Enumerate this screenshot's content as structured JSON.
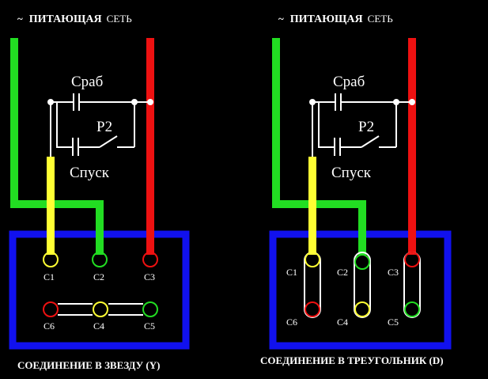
{
  "colors": {
    "phase_green": "#22dd22",
    "phase_red": "#ee1111",
    "phase_yellow": "#ffff33",
    "box_blue": "#1111ee",
    "wire_white": "#ffffff",
    "background": "#000000"
  },
  "star_diagram": {
    "header": {
      "prefix": "~",
      "main": "ПИТАЮЩАЯ",
      "suffix": "СЕТЬ"
    },
    "contact_labels": {
      "trip": "Сраб",
      "relay": "Р2",
      "start": "Спуск"
    },
    "terminals_top": [
      "С1",
      "С2",
      "С3"
    ],
    "terminals_bottom": [
      "С6",
      "С4",
      "С5"
    ],
    "caption": "СОЕДИНЕНИЕ В ЗВЕЗДУ (Y)"
  },
  "delta_diagram": {
    "header": {
      "prefix": "~",
      "main": "ПИТАЮЩАЯ",
      "suffix": "СЕТЬ"
    },
    "contact_labels": {
      "trip": "Сраб",
      "relay": "Р2",
      "start": "Спуск"
    },
    "terminals_top": [
      "С1",
      "С2",
      "С3"
    ],
    "terminals_bottom": [
      "С6",
      "С4",
      "С5"
    ],
    "caption": "СОЕДИНЕНИЕ В ТРЕУГОЛЬНИК (D)"
  }
}
